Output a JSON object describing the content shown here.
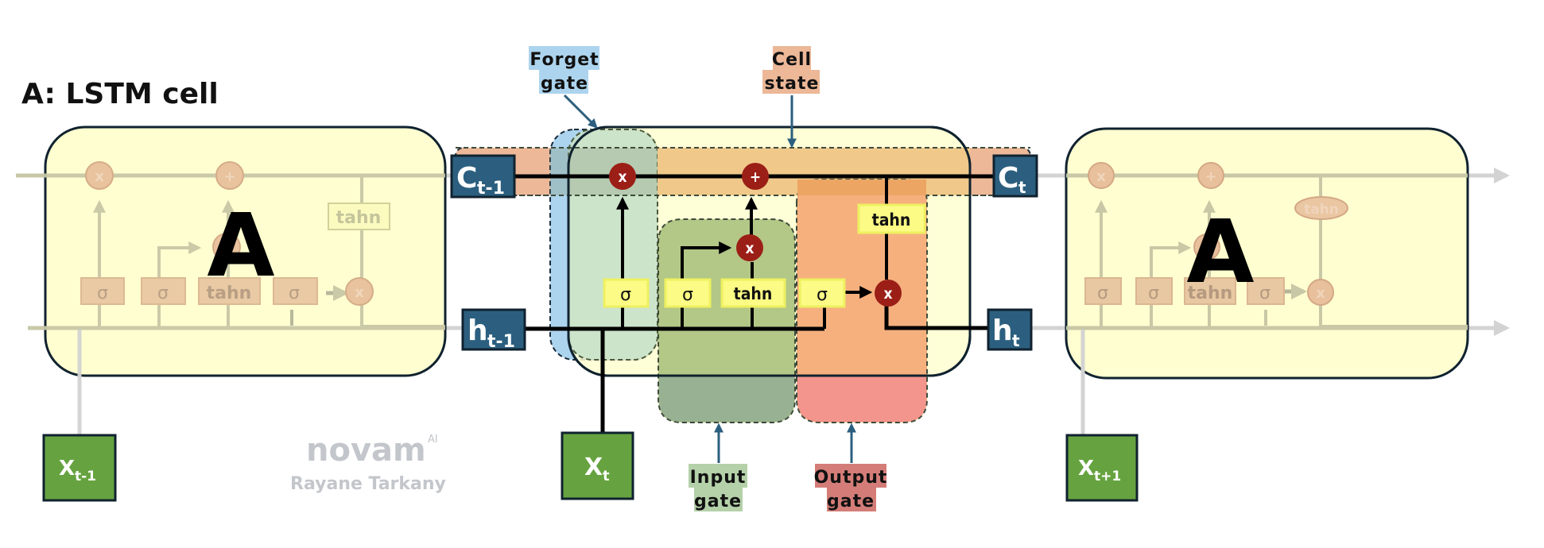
{
  "title": "A: LSTM cell",
  "colors": {
    "cell_fill": "#fefed0",
    "cell_stroke": "#10222f",
    "state_box": "#2c5f7f",
    "input_box": "#66a340",
    "op_circle": "#9b1f17",
    "activation_box": "#fbfb85",
    "forget_region": "#acd4ee",
    "cell_state_region": "#ecb898",
    "input_region": "#b3c786",
    "output_region": "#f6b07e",
    "faded_line": "#d3d3d3"
  },
  "callouts": {
    "forget_gate": [
      "Forget",
      "gate"
    ],
    "cell_state": [
      "Cell",
      "state"
    ],
    "input_gate": [
      "Input",
      "gate"
    ],
    "output_gate": [
      "Output",
      "gate"
    ]
  },
  "states": {
    "c_prev": {
      "main": "C",
      "sub": "t-1"
    },
    "c_next": {
      "main": "C",
      "sub": "t"
    },
    "h_prev": {
      "main": "h",
      "sub": "t-1"
    },
    "h_next": {
      "main": "h",
      "sub": "t"
    }
  },
  "inputs": {
    "x_prev": {
      "main": "X",
      "sub": "t-1"
    },
    "x_curr": {
      "main": "X",
      "sub": "t"
    },
    "x_next": {
      "main": "X",
      "sub": "t+1"
    }
  },
  "operators": {
    "forget_mult": "x",
    "cell_add": "+",
    "input_mult": "x",
    "output_mult": "x"
  },
  "activations": {
    "forget_sigma": "σ",
    "input_sigma": "σ",
    "input_tanh": "tahn",
    "output_sigma": "σ",
    "output_tanh": "tahn"
  },
  "side_cells": {
    "label": "A",
    "sigma": "σ",
    "tanh": "tahn",
    "mult": "x",
    "add": "+"
  },
  "watermark": {
    "brand": "novam",
    "brand_sup": "AI",
    "author": "Rayane Tarkany"
  }
}
